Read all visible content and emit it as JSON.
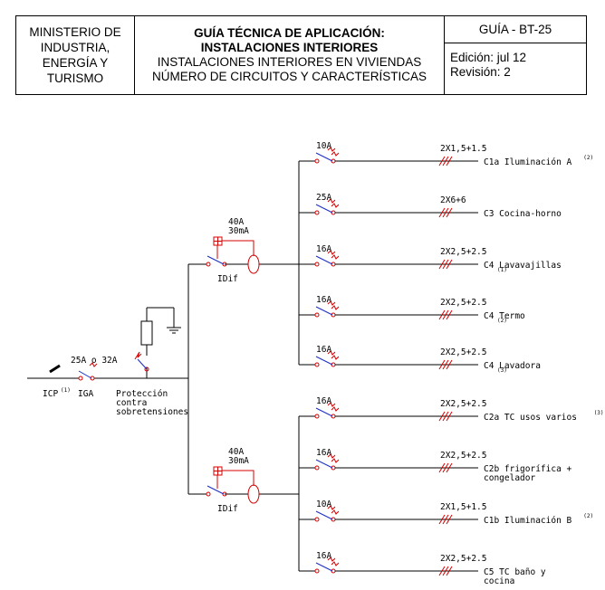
{
  "header": {
    "org": [
      "MINISTERIO DE",
      "INDUSTRIA,",
      "ENERGÍA Y",
      "TURISMO"
    ],
    "title_bold": [
      "GUÍA TÉCNICA DE APLICACIÓN:",
      "INSTALACIONES INTERIORES"
    ],
    "title_normal": [
      "INSTALACIONES INTERIORES EN VIVIENDAS",
      "NÚMERO DE CIRCUITOS Y CARACTERÍSTICAS"
    ],
    "guide_code": "GUÍA - BT-25",
    "edition": "Edición: jul 12",
    "revision": "Revisión: 2"
  },
  "diagram": {
    "icp_label": "ICP",
    "icp_note": "(1)",
    "iga_label": "IGA",
    "iga_rating": "25A  o  32A",
    "protection_label": [
      "Protección",
      "contra",
      "sobretensiones"
    ],
    "idif_upper": {
      "rating": "40A",
      "sensitivity": "30mA",
      "label": "IDif"
    },
    "idif_lower": {
      "rating": "40A",
      "sensitivity": "30mA",
      "label": "IDif"
    },
    "circuits": [
      {
        "breaker": "10A",
        "cable": "2X1,5+1.5",
        "label": "C1a  Iluminación  A",
        "sup": "(2)"
      },
      {
        "breaker": "25A",
        "cable": "2X6+6",
        "label": "C3  Cocina-horno",
        "sup": ""
      },
      {
        "breaker": "16A",
        "cable": "2X2,5+2.5",
        "label": "C4    Lavavajillas",
        "sub": "(1)"
      },
      {
        "breaker": "16A",
        "cable": "2X2,5+2.5",
        "label": "C4    Termo",
        "sub": "(2)"
      },
      {
        "breaker": "16A",
        "cable": "2X2,5+2.5",
        "label": "C4    Lavadora",
        "sub": "(3)"
      },
      {
        "breaker": "16A",
        "cable": "2X2,5+2.5",
        "label": "C2a  TC  usos  varios",
        "sup": "(3)"
      },
      {
        "breaker": "16A",
        "cable": "2X2,5+2.5",
        "label": "C2b  frigorífica  +",
        "label2": "congelador"
      },
      {
        "breaker": "10A",
        "cable": "2X1,5+1.5",
        "label": "C1b  Iluminación  B",
        "sup": "(2)"
      },
      {
        "breaker": "16A",
        "cable": "2X2,5+2.5",
        "label": "C5  TC  baño  y",
        "label2": "cocina"
      }
    ]
  },
  "colors": {
    "line": "#000000",
    "device": "#d40000",
    "contact": "#1a2cc8"
  }
}
